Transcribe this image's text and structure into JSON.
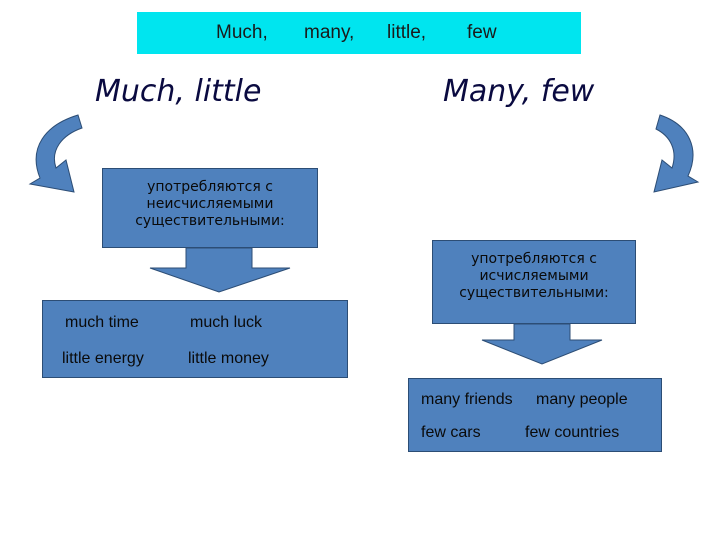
{
  "title": {
    "words": [
      "Much,",
      "many,",
      "little,",
      "few"
    ]
  },
  "left": {
    "heading": "Much, little",
    "rule_lines": [
      "употребляются с",
      "неисчисляемыми",
      "существительными:"
    ],
    "examples": [
      "much time",
      "much luck",
      "little energy",
      "little money"
    ]
  },
  "right": {
    "heading": "Many, few",
    "rule_lines": [
      "употребляются с",
      "исчисляемыми",
      "существительными:"
    ],
    "examples": [
      "many friends",
      "many people",
      "few cars",
      "few countries"
    ]
  },
  "colors": {
    "title_bg": "#00e5ef",
    "box_fill": "#4f81bd",
    "box_border": "#2c4d75"
  },
  "icons": [
    "curved-arrow-icon",
    "down-arrow-icon"
  ]
}
